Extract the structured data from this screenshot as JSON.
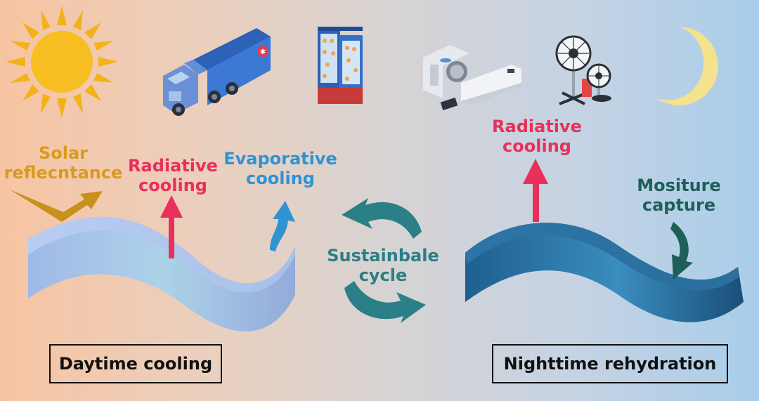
{
  "day": {
    "label_solar": [
      "Solar",
      "reflecntance"
    ],
    "label_radiative": [
      "Radiative",
      "cooling"
    ],
    "label_evaporative": [
      "Evaporative",
      "cooling"
    ],
    "box_title": "Daytime cooling"
  },
  "center": {
    "label_cycle": [
      "Sustainbale",
      "cycle"
    ]
  },
  "night": {
    "label_radiative": [
      "Radiative",
      "cooling"
    ],
    "label_moisture": [
      "Mositure",
      "capture"
    ],
    "box_title": "Nighttime rehydration"
  },
  "colors": {
    "solar": "#d99a1c",
    "radiative": "#e8305a",
    "evaporative": "#2f93d2",
    "cycle": "#2b7f86",
    "moisture": "#1f5f5a"
  },
  "icons": [
    "sun-icon",
    "refrigerated-truck-icon",
    "fridge-display-icon",
    "air-conditioner-icon",
    "electric-fan-icon",
    "moon-icon"
  ]
}
